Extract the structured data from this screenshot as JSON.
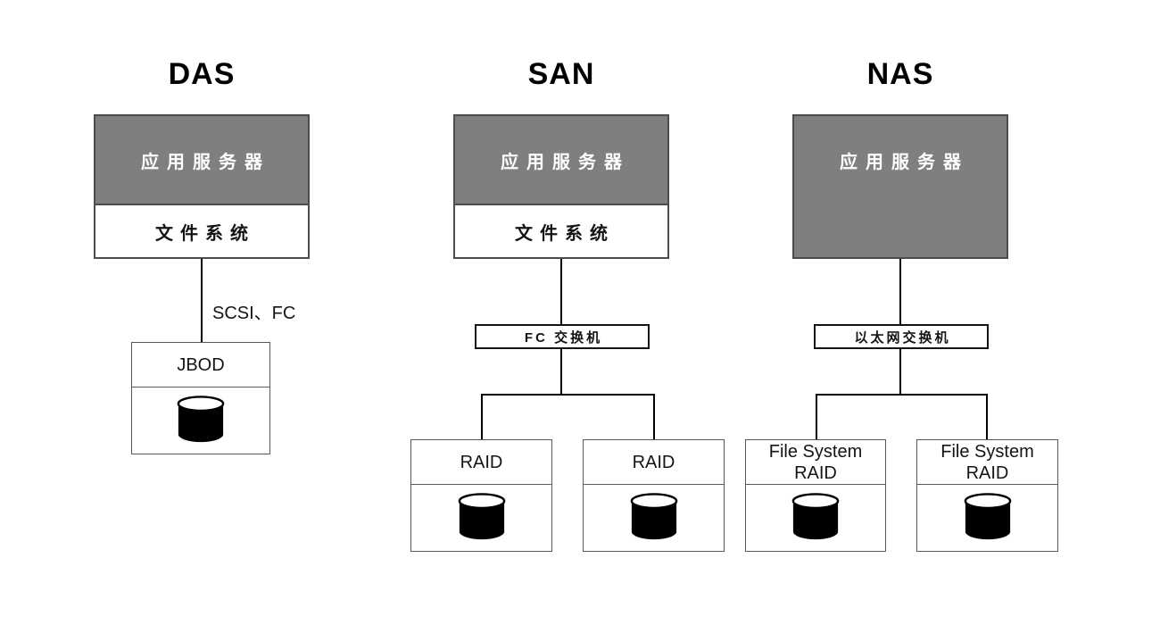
{
  "diagram": {
    "columns": [
      {
        "title": "DAS",
        "server": {
          "app": "应用服务器",
          "fs": "文件系统"
        },
        "link_label": "SCSI、FC",
        "storage": [
          {
            "line1": "JBOD"
          }
        ]
      },
      {
        "title": "SAN",
        "server": {
          "app": "应用服务器",
          "fs": "文件系统"
        },
        "switch": "FC 交换机",
        "storage": [
          {
            "line1": "RAID"
          },
          {
            "line1": "RAID"
          }
        ]
      },
      {
        "title": "NAS",
        "server": {
          "app": "应用服务器"
        },
        "switch": "以太网交换机",
        "storage": [
          {
            "line1": "File System",
            "line2": "RAID"
          },
          {
            "line1": "File System",
            "line2": "RAID"
          }
        ]
      }
    ],
    "icons": {
      "disk": "disk-cylinder-icon"
    },
    "colors": {
      "server_fill": "#7f7f7f",
      "server_border": "#4c4c4c",
      "storage_border": "#595959",
      "switch_border": "#141414",
      "line": "#000000",
      "server_text": "#ffffff",
      "text": "#141414",
      "background": "#ffffff"
    }
  }
}
